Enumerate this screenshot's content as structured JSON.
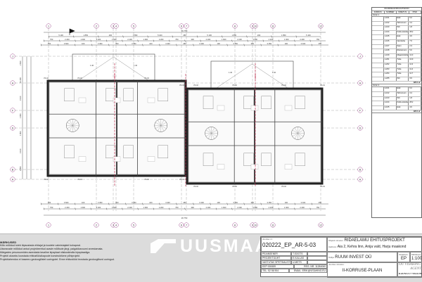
{
  "plan": {
    "overall_dimension": "29 750",
    "axes_columns": [
      "1",
      "2",
      "3",
      "4",
      "5",
      "6",
      "7",
      "8",
      "9",
      "10",
      "11",
      "12"
    ],
    "axes_rows": [
      "J",
      "H",
      "F",
      "D",
      "B",
      "A"
    ],
    "dim_row1": [
      "5 100",
      "1 850",
      "200",
      "1 850",
      "5 100",
      "450",
      "5 100",
      "1 850",
      "200",
      "1 850",
      "5 100"
    ],
    "dim_row2": [
      "750",
      "2 200",
      "1 600",
      "2 200",
      "1 600",
      "2 200",
      "1 600",
      "2 200",
      "750",
      "300",
      "2 200",
      "1 600",
      "2 200",
      "1 600",
      "2 200",
      "1 600",
      "2 200",
      "750"
    ],
    "dim_row3": [
      "450",
      "3 600",
      "100",
      "3 450",
      "300",
      "3 450",
      "100",
      "3 400",
      "450",
      "3 400",
      "100",
      "3 450",
      "300",
      "3 450",
      "100",
      "3 400",
      "450"
    ],
    "left_dims": [
      "2 600",
      "13 200",
      "3 100",
      "1 800",
      "1 800",
      "3 100",
      "2 850"
    ],
    "wall_tags": [
      "VS-02",
      "VS-02",
      "VS-02",
      "VS-01",
      "VS-02",
      "VS-02",
      "VS-02",
      "VS-01"
    ],
    "balcony_dim": "1.40",
    "firewall_label": "EI 60"
  },
  "schedule": {
    "title": "RUUMIDE EKSPLIKATSIOON",
    "headers": [
      "KORRUS",
      "NUMBER",
      "NIMETUS",
      "PIND"
    ],
    "sections": [
      {
        "name": "Korter 1",
        "rows": [
          [
            "1-101",
            "Esik",
            "6.2"
          ],
          [
            "1-102",
            "Tehnoruum",
            "3.4"
          ],
          [
            "1-103",
            "WC",
            "1.8"
          ],
          [
            "1-104",
            "Köök-elutuba",
            "28.2"
          ],
          [
            "1-105",
            "Esik",
            "4.6"
          ],
          [
            "1-106",
            "Vannituba",
            "7.6"
          ],
          [
            "1-107",
            "Saun",
            "2.3"
          ],
          [
            "1-108",
            "Riietusruum",
            "5.0"
          ],
          [
            "1-109",
            "Magamistuba",
            "12.3"
          ],
          [
            "1-201",
            "Tuba",
            "13.9"
          ],
          [
            "1-202",
            "Tuba",
            "11.3"
          ],
          [
            "1-203",
            "Tuba",
            "11.4"
          ],
          [
            "1-204",
            "Tuba",
            "11.7"
          ],
          [
            "1-205",
            "WC",
            "3.6"
          ]
        ],
        "total": "126.5 m²"
      },
      {
        "name": "Korter 2",
        "rows": [
          [
            "2-101",
            "Esik",
            "6.2"
          ],
          [
            "2-102",
            "Tehnoruum",
            "3.4"
          ],
          [
            "2-103",
            "WC",
            "1.8"
          ],
          [
            "2-104",
            "Köök-elutuba",
            "28.2"
          ],
          [
            "2-105",
            "Esik",
            "4.6"
          ]
        ],
        "total": "126.5 m²"
      }
    ]
  },
  "title_block": {
    "notes_heading": "MÄRKUSED",
    "notes": [
      "Kõik mõõdud tuleb täpsustada ehitajal ja toodete valmistajatel kohapeal.",
      "Ukseavade mõõdud antud projekteeritud avade mõõtude järgi, paigaldusruumi arvestamata.",
      "Märgades pesuruumides asendada tavaline kipsplaat niiskuskindla kipsplaadiga.",
      "Projekti aluseks koostada ehitusfüüsikapoole konstruktiivne põhiprojekt.",
      "Projektlahendus ei baseeru geoloogilistel uuringutel. Enne ehitustööd teostada geoloogilised uuringud."
    ],
    "logo_text": "UUSMAA",
    "drawing_no_label": "Joonise nr:",
    "drawing_no": "020222_EP_AR-5-03",
    "roles": [
      [
        "PEAINSENER",
        "T.SOOTS"
      ],
      [
        "PROJEKTIJUHT",
        "E.KALLAS"
      ],
      [
        "VASTUTAV SPETSIALIST",
        "U.METS"
      ]
    ],
    "company_code": "EEP 000659",
    "reg_no": "REG. NR. 11284060",
    "phone": "TEL: 52 56 904",
    "email": "EMAIL: ERIK@VISAHING.EU",
    "object_label": "Objekti nimetus:",
    "object_name": "RIDAELAMU EHITUSPROJEKT",
    "address_label": "Aadress:",
    "address": "Aia 2, Kehra linn, Anija vald, Harju maakond",
    "client_label": "Tellija:",
    "client": "RUUM INVEST OÜ",
    "stage_label": "Staadium:",
    "stage": "EP",
    "scale_label": "Mõõtkava:",
    "scale": "1:100",
    "drawing_title_label": "Joonise nimetus:",
    "drawing_title": "II-KORRUSE-PLAAN",
    "firm_stamp": "OÜ VISAHING",
    "firm_stamp2": "AGENT",
    "firm_address": "KAUNA 5-7 TALLINN"
  }
}
